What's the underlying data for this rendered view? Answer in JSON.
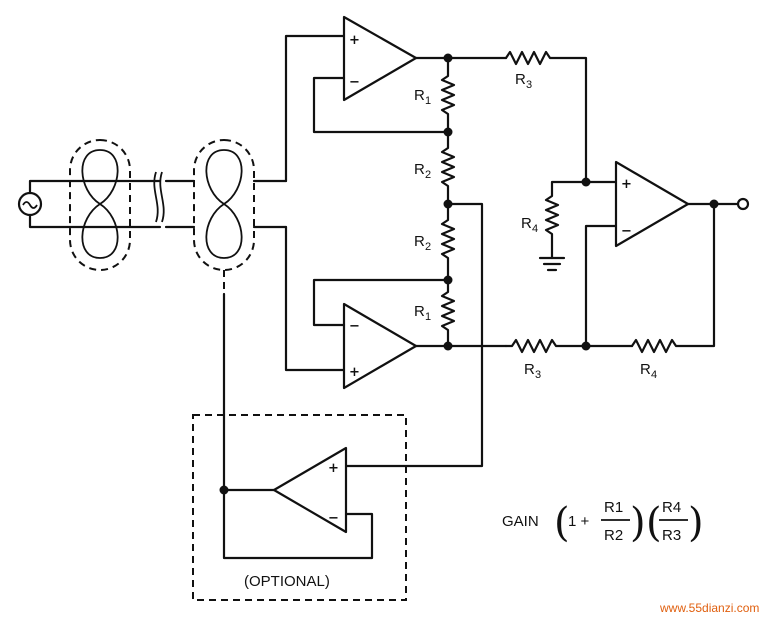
{
  "labels": {
    "r1_top": "R",
    "r1_top_sub": "1",
    "r2_top": "R",
    "r2_top_sub": "2",
    "r2_bot": "R",
    "r2_bot_sub": "2",
    "r1_bot": "R",
    "r1_bot_sub": "1",
    "r3_top": "R",
    "r3_top_sub": "3",
    "r3_bot": "R",
    "r3_bot_sub": "3",
    "r4_ground": "R",
    "r4_ground_sub": "4",
    "r4_feedback": "R",
    "r4_feedback_sub": "4",
    "plus": "+",
    "minus": "−",
    "optional": "(OPTIONAL)"
  },
  "gain": {
    "label": "GAIN",
    "one_plus": "1 +",
    "num1": "R1",
    "den1": "R2",
    "num2": "R4",
    "den2": "R3"
  },
  "watermark": "www.55dianzi.com"
}
